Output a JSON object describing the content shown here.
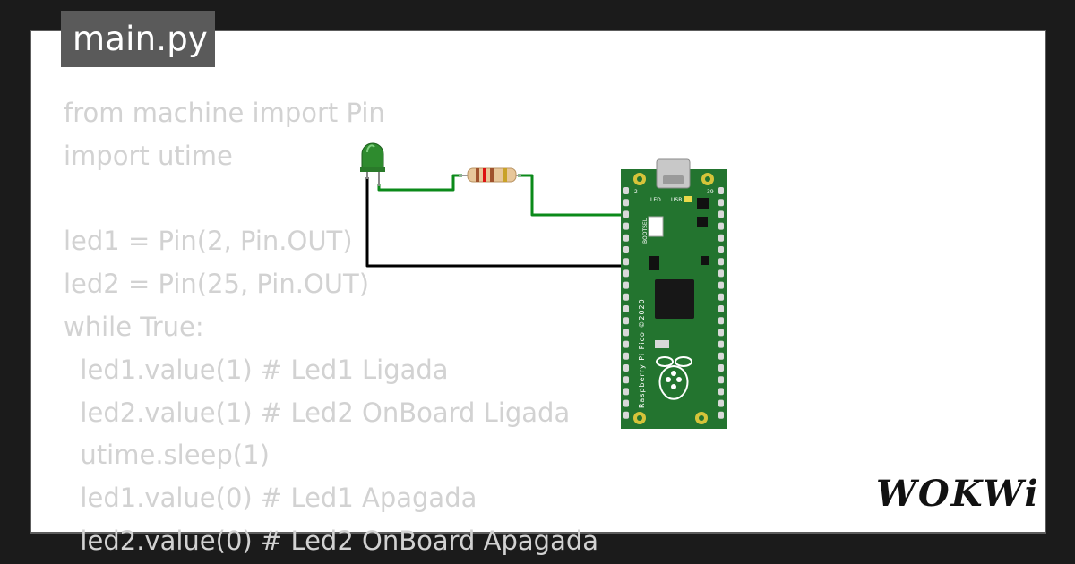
{
  "tab": {
    "label": "main.py"
  },
  "code_lines": [
    "from machine import Pin",
    "import utime",
    "",
    "led1 = Pin(2, Pin.OUT)",
    "led2 = Pin(25, Pin.OUT)",
    "while True:",
    "  led1.value(1) # Led1 Ligada",
    "  led2.value(1) # Led2 OnBoard Ligada",
    "  utime.sleep(1)",
    "  led1.value(0) # Led1 Apagada",
    "  led2.value(0) # Led2 OnBoard Apagada"
  ],
  "board": {
    "name": "Raspberry Pi Pico ©2020",
    "usb_label": "USB",
    "led_label": "LED",
    "bootsel_label": "BOOTSEL",
    "pin_left_top": "2",
    "pin_right_top": "39"
  },
  "logo": {
    "text": "WOKWi"
  },
  "colors": {
    "wire_green": "#0b8a1a",
    "wire_black": "#000000",
    "led_green": "#2e8b2e",
    "board_green": "#23742f",
    "pad_gold": "#d6c43a",
    "code_text": "#d2d2d2",
    "tab_bg": "#5a5a5a"
  }
}
